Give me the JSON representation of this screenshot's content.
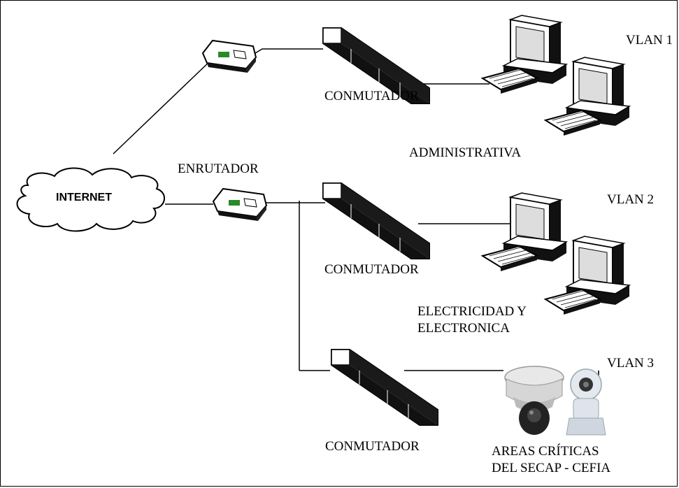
{
  "labels": {
    "internet": "INTERNET",
    "router": "ENRUTADOR",
    "switch_1": "CONMUTADOR",
    "switch_2": "CONMUTADOR",
    "switch_3": "CONMUTADOR",
    "vlan_1": "VLAN 1",
    "vlan_2": "VLAN 2",
    "vlan_3": "VLAN 3",
    "group_1": "ADMINISTRATIVA",
    "group_2": "ELECTRICIDAD Y\nELECTRONICA",
    "group_3": "AREAS CRÍTICAS\nDEL SECAP - CEFIA"
  }
}
